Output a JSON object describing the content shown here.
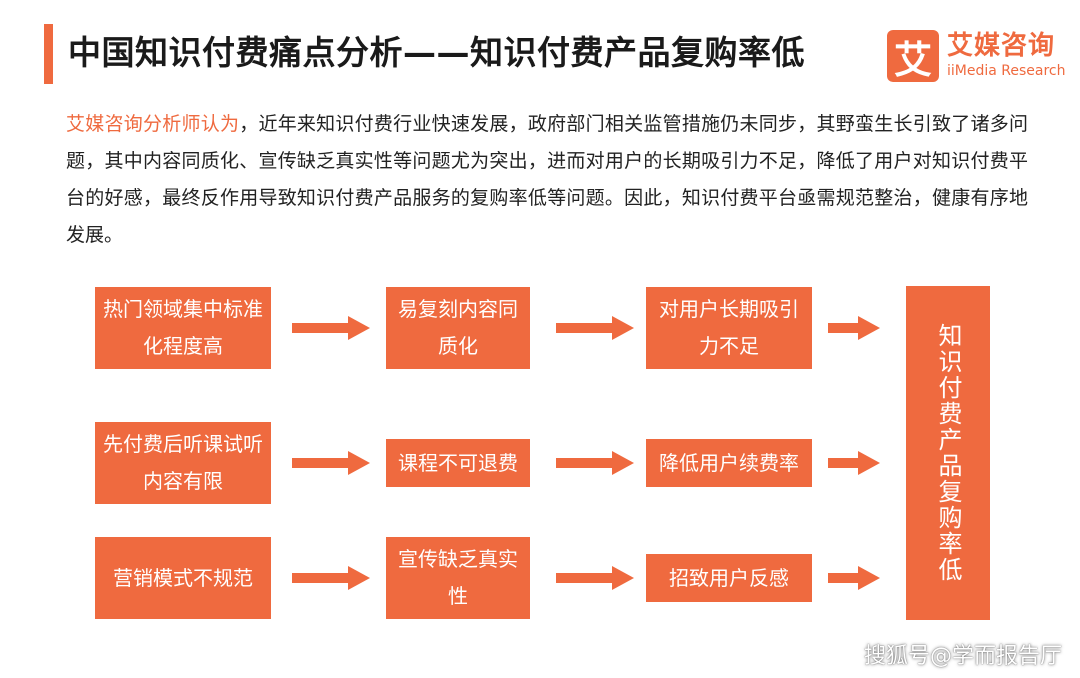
{
  "header": {
    "title": "中国知识付费痛点分析——知识付费产品复购率低"
  },
  "logo": {
    "mark": "艾",
    "name": "艾媒咨询",
    "english": "iiMedia Research"
  },
  "intro": {
    "lead": "艾媒咨询分析师认为",
    "body": "，近年来知识付费行业快速发展，政府部门相关监管措施仍未同步，其野蛮生长引致了诸多问题，其中内容同质化、宣传缺乏真实性等问题尤为突出，进而对用户的长期吸引力不足，降低了用户对知识付费平台的好感，最终反作用导致知识付费产品服务的复购率低等问题。因此，知识付费平台亟需规范整治，健康有序地发展。"
  },
  "flow": {
    "row1": {
      "cause": "热门领域集中标准化程度高",
      "effect": "易复刻内容同质化",
      "impact": "对用户长期吸引力不足"
    },
    "row2": {
      "cause": "先付费后听课试听内容有限",
      "effect": "课程不可退费",
      "impact": "降低用户续费率"
    },
    "row3": {
      "cause": "营销模式不规范",
      "effect": "宣传缺乏真实性",
      "impact": "招致用户反感"
    },
    "result": "知识付费产品复购率低"
  },
  "watermark": "搜狐号@学而报告厅",
  "colors": {
    "accent": "#ef6a3f"
  }
}
